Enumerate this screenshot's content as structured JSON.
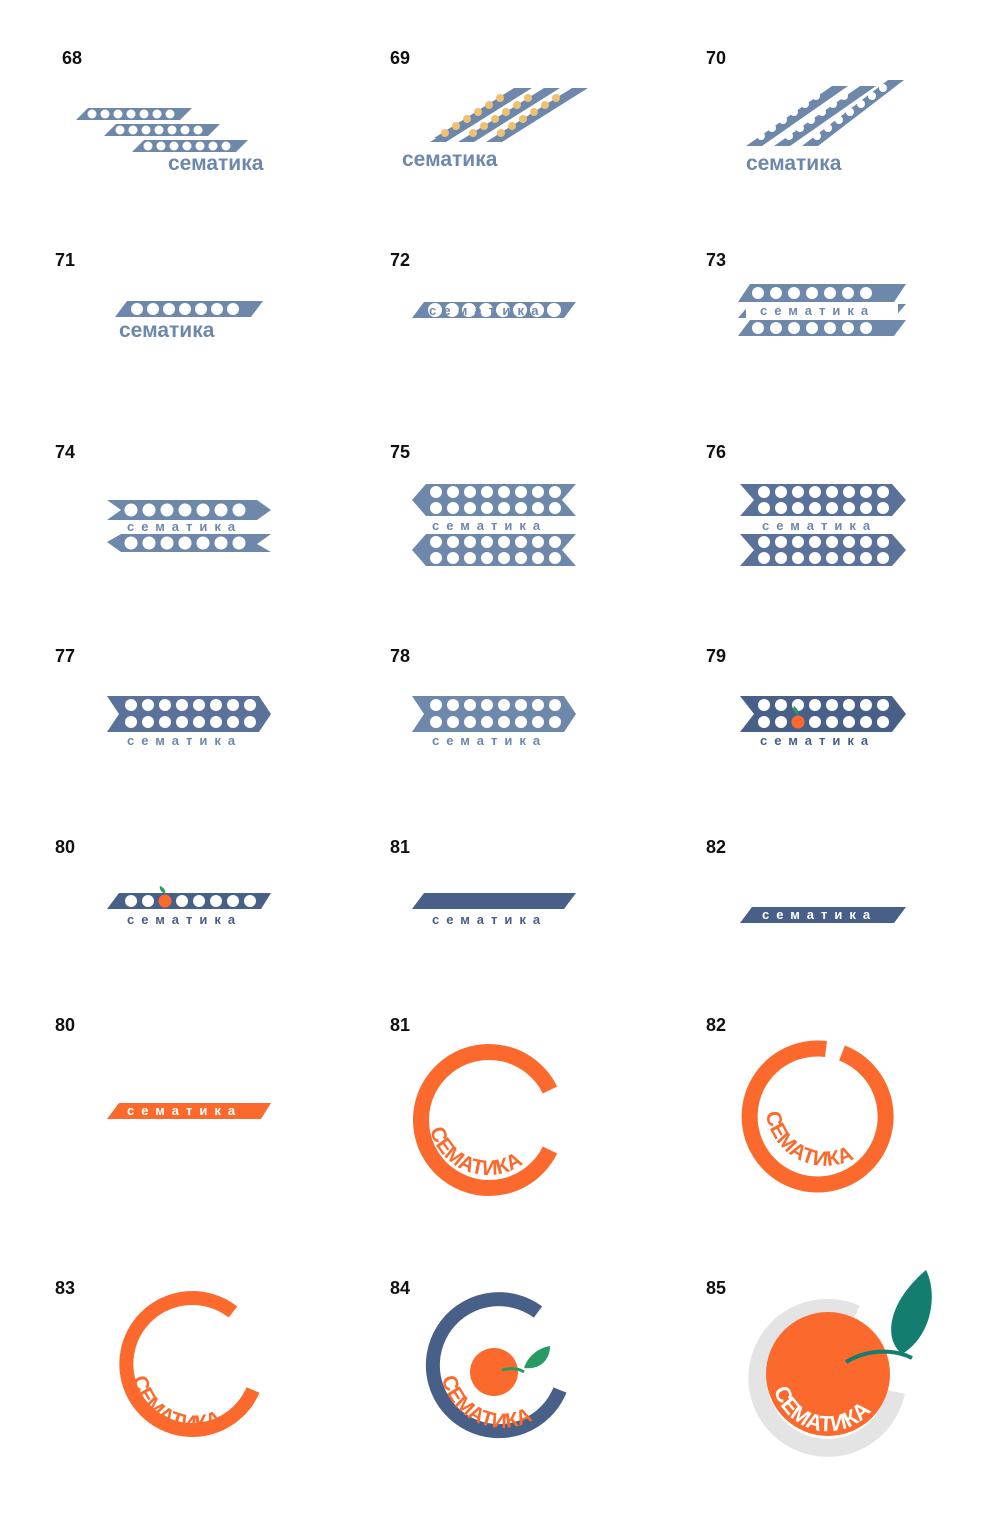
{
  "brand": "сематика",
  "brand_caps": "СЕМАТИКА",
  "colors": {
    "blue": "#6e88ac",
    "blue_light": "#8ea4c2",
    "navy": "#485f87",
    "orange": "#fb6a2c",
    "green": "#2a9a64",
    "teal": "#137e70",
    "gold": "#f0c070",
    "grey": "#e4e4e4",
    "white": "#ffffff",
    "label": "#111111"
  },
  "tiles": [
    {
      "number": "68"
    },
    {
      "number": "69"
    },
    {
      "number": "70"
    },
    {
      "number": "71"
    },
    {
      "number": "72"
    },
    {
      "number": "73"
    },
    {
      "number": "74"
    },
    {
      "number": "75"
    },
    {
      "number": "76"
    },
    {
      "number": "77"
    },
    {
      "number": "78"
    },
    {
      "number": "79"
    },
    {
      "number": "80"
    },
    {
      "number": "81"
    },
    {
      "number": "82"
    },
    {
      "number": "80"
    },
    {
      "number": "81"
    },
    {
      "number": "82"
    },
    {
      "number": "83"
    },
    {
      "number": "84"
    },
    {
      "number": "85"
    }
  ]
}
